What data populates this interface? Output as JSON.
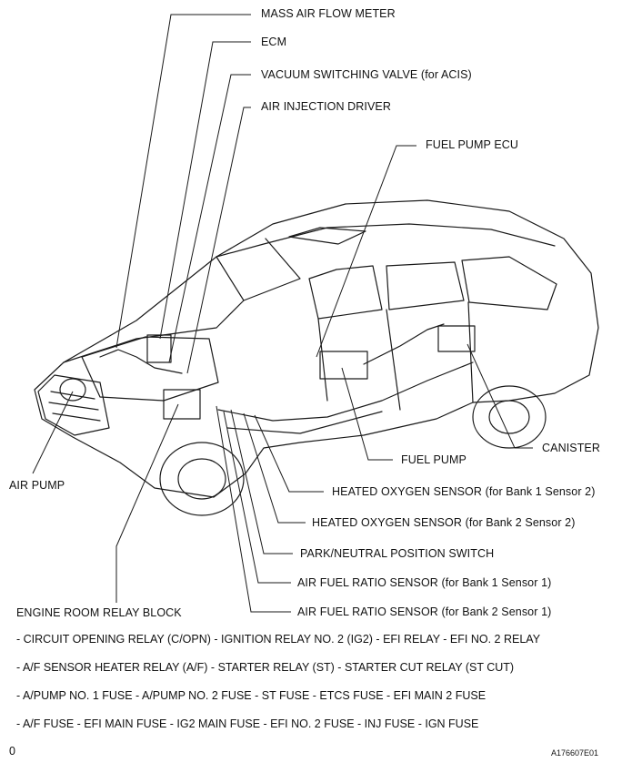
{
  "callouts": {
    "mass_air_flow_meter": "MASS AIR FLOW METER",
    "ecm": "ECM",
    "vacuum_switching_valve": "VACUUM SWITCHING VALVE (for ACIS)",
    "air_injection_driver": "AIR INJECTION DRIVER",
    "fuel_pump_ecu": "FUEL PUMP ECU",
    "canister": "CANISTER",
    "fuel_pump": "FUEL PUMP",
    "air_pump": "AIR PUMP",
    "heated_oxygen_b1s2": "HEATED OXYGEN SENSOR (for Bank 1 Sensor 2)",
    "heated_oxygen_b2s2": "HEATED OXYGEN SENSOR (for Bank 2 Sensor 2)",
    "park_neutral_switch": "PARK/NEUTRAL POSITION SWITCH",
    "af_ratio_b1s1": "AIR FUEL RATIO SENSOR (for Bank 1 Sensor 1)",
    "af_ratio_b2s1": "AIR FUEL RATIO SENSOR (for Bank 2 Sensor 1)",
    "engine_room_relay_block": "ENGINE ROOM RELAY BLOCK"
  },
  "relay_block_contents": [
    "- CIRCUIT OPENING RELAY (C/OPN)   - IGNITION RELAY NO. 2 (IG2)   - EFI RELAY   - EFI NO. 2 RELAY",
    "- A/F SENSOR HEATER RELAY (A/F)   - STARTER RELAY (ST)   - STARTER CUT RELAY (ST CUT)",
    "- A/PUMP NO. 1 FUSE   - A/PUMP NO. 2 FUSE   - ST FUSE   - ETCS FUSE   - EFI MAIN 2 FUSE",
    "- A/F FUSE   - EFI MAIN FUSE   - IG2 MAIN FUSE   - EFI NO. 2 FUSE   - INJ FUSE   - IGN FUSE"
  ],
  "footer": {
    "page_mark": "0",
    "figure_id": "A176607E01"
  }
}
